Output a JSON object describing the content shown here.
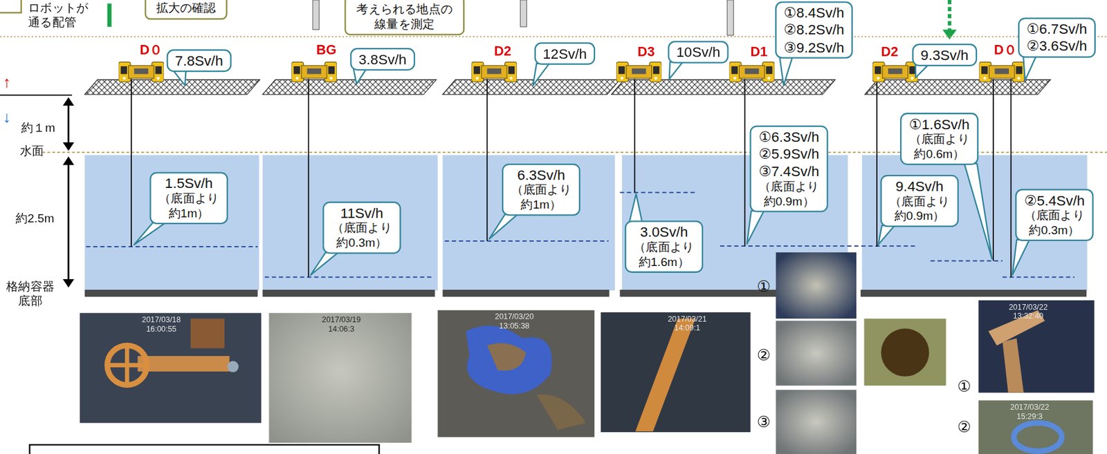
{
  "diagram": {
    "nodes": [
      {
        "text": [
          "拡大の確認"
        ]
      },
      {
        "text": [
          "考えられる地点の 線量を測定"
        ]
      },
      {
        "text": [
          "7.8Sv/h"
        ]
      },
      {
        "text": [
          "3.8Sv/h"
        ]
      },
      {
        "text": [
          "12Sv/h"
        ]
      },
      {
        "text": [
          "10Sv/h"
        ]
      },
      {
        "text": [
          "①8.4Sv/h",
          "②8.2Sv/h",
          "③9.2Sv/h"
        ]
      },
      {
        "text": [
          "9.3Sv/h"
        ]
      },
      {
        "text": [
          "①6.7Sv/h",
          "②3.6Sv/h"
        ]
      },
      {
        "text": [
          "1.5Sv/h",
          "（底面より 約1m）"
        ]
      },
      {
        "text": [
          "11Sv/h",
          "（底面より 約0.3m）"
        ]
      },
      {
        "text": [
          "6.3Sv/h",
          "（底面より 約1m）"
        ]
      },
      {
        "text": [
          "3.0Sv/h",
          "（底面より 約1.6m）"
        ]
      },
      {
        "text": [
          "①6.3Sv/h",
          "②5.9Sv/h",
          "③7.4Sv/h",
          "（底面より 約0.9m）"
        ]
      },
      {
        "text": [
          "①1.6Sv/h",
          "（底面より 約0.6m）"
        ]
      },
      {
        "text": [
          "9.4Sv/h",
          "（底面より 約0.9m）"
        ]
      },
      {
        "text": [
          "②5.4Sv/h",
          "（底面より 約0.3m）"
        ]
      }
    ],
    "labels": [
      "↑",
      "↓",
      "約１m",
      "水面",
      "約2.5m",
      "格納容器 底部",
      "D０",
      "BG",
      "D2",
      "D3",
      "D1",
      "D2",
      "D０",
      "①",
      "②",
      "③",
      "①",
      "②",
      "2017/03/18 16:00:55",
      "2017/03/19 14:06:3",
      "2017/03/20 13:05:38",
      "2017/03/21 14:09:1",
      "2017/03/22 13:32:40",
      "2017/03/22 15:29:3"
    ],
    "legend": [
      {
        "text": "ロボットが 通る配管"
      }
    ]
  }
}
